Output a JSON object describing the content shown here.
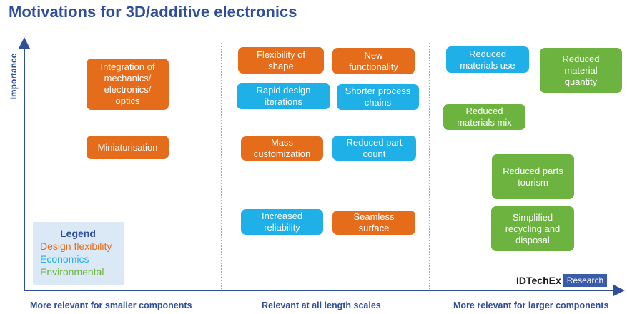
{
  "title": "Motivations for 3D/additive electronics",
  "axes": {
    "y_label": "Importance",
    "x_labels": [
      "More relevant for smaller components",
      "Relevant at all length scales",
      "More relevant for larger components"
    ]
  },
  "boxes": [
    {
      "id": "integration",
      "text": "Integration of\nmechanics/\nelectronics/\noptics",
      "category": "Design flexibility"
    },
    {
      "id": "miniaturisation",
      "text": "Miniaturisation",
      "category": "Design flexibility"
    },
    {
      "id": "flexibility",
      "text": "Flexibility of\nshape",
      "category": "Design flexibility"
    },
    {
      "id": "new-functionality",
      "text": "New\nfunctionality",
      "category": "Design flexibility"
    },
    {
      "id": "rapid-design",
      "text": "Rapid design\niterations",
      "category": "Economics"
    },
    {
      "id": "shorter-process",
      "text": "Shorter process\nchains",
      "category": "Economics"
    },
    {
      "id": "mass-customization",
      "text": "Mass\ncustomization",
      "category": "Design flexibility"
    },
    {
      "id": "reduced-part-count",
      "text": "Reduced part\ncount",
      "category": "Economics"
    },
    {
      "id": "increased-reliability",
      "text": "Increased\nreliability",
      "category": "Economics"
    },
    {
      "id": "seamless-surface",
      "text": "Seamless\nsurface",
      "category": "Design flexibility"
    },
    {
      "id": "reduced-materials-use",
      "text": "Reduced\nmaterials use",
      "category": "Economics"
    },
    {
      "id": "reduced-material-quantity",
      "text": "Reduced\nmaterial\nquantity",
      "category": "Environmental"
    },
    {
      "id": "reduced-materials-mix",
      "text": "Reduced\nmaterials mix",
      "category": "Environmental"
    },
    {
      "id": "reduced-parts-tourism",
      "text": "Reduced parts\ntourism",
      "category": "Environmental"
    },
    {
      "id": "simplified-recycling",
      "text": "Simplified\nrecycling and\ndisposal",
      "category": "Environmental"
    }
  ],
  "legend": {
    "title": "Legend",
    "items": [
      {
        "label": "Design flexibility",
        "color": "#e46c1a"
      },
      {
        "label": "Economics",
        "color": "#1eb0e6"
      },
      {
        "label": "Environmental",
        "color": "#6cb33f"
      }
    ]
  },
  "colors": {
    "design": "#e46c1a",
    "economics": "#1eb0e6",
    "environmental": "#6cb33f",
    "axis": "#2f4f9a"
  },
  "brand": {
    "name": "IDTechEx",
    "tag": "Research"
  }
}
